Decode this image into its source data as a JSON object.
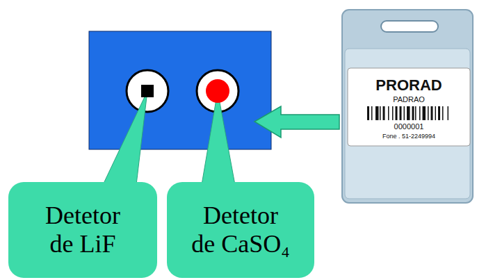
{
  "diagram": {
    "nodes": [
      {
        "text": [
          "PRORAD",
          "PADRAO",
          "0000001",
          "Fone . 51-2249994"
        ]
      },
      {
        "text": [
          "Detetor de LiF"
        ]
      },
      {
        "text": [
          "Detetor de CaSO₄"
        ]
      }
    ]
  }
}
